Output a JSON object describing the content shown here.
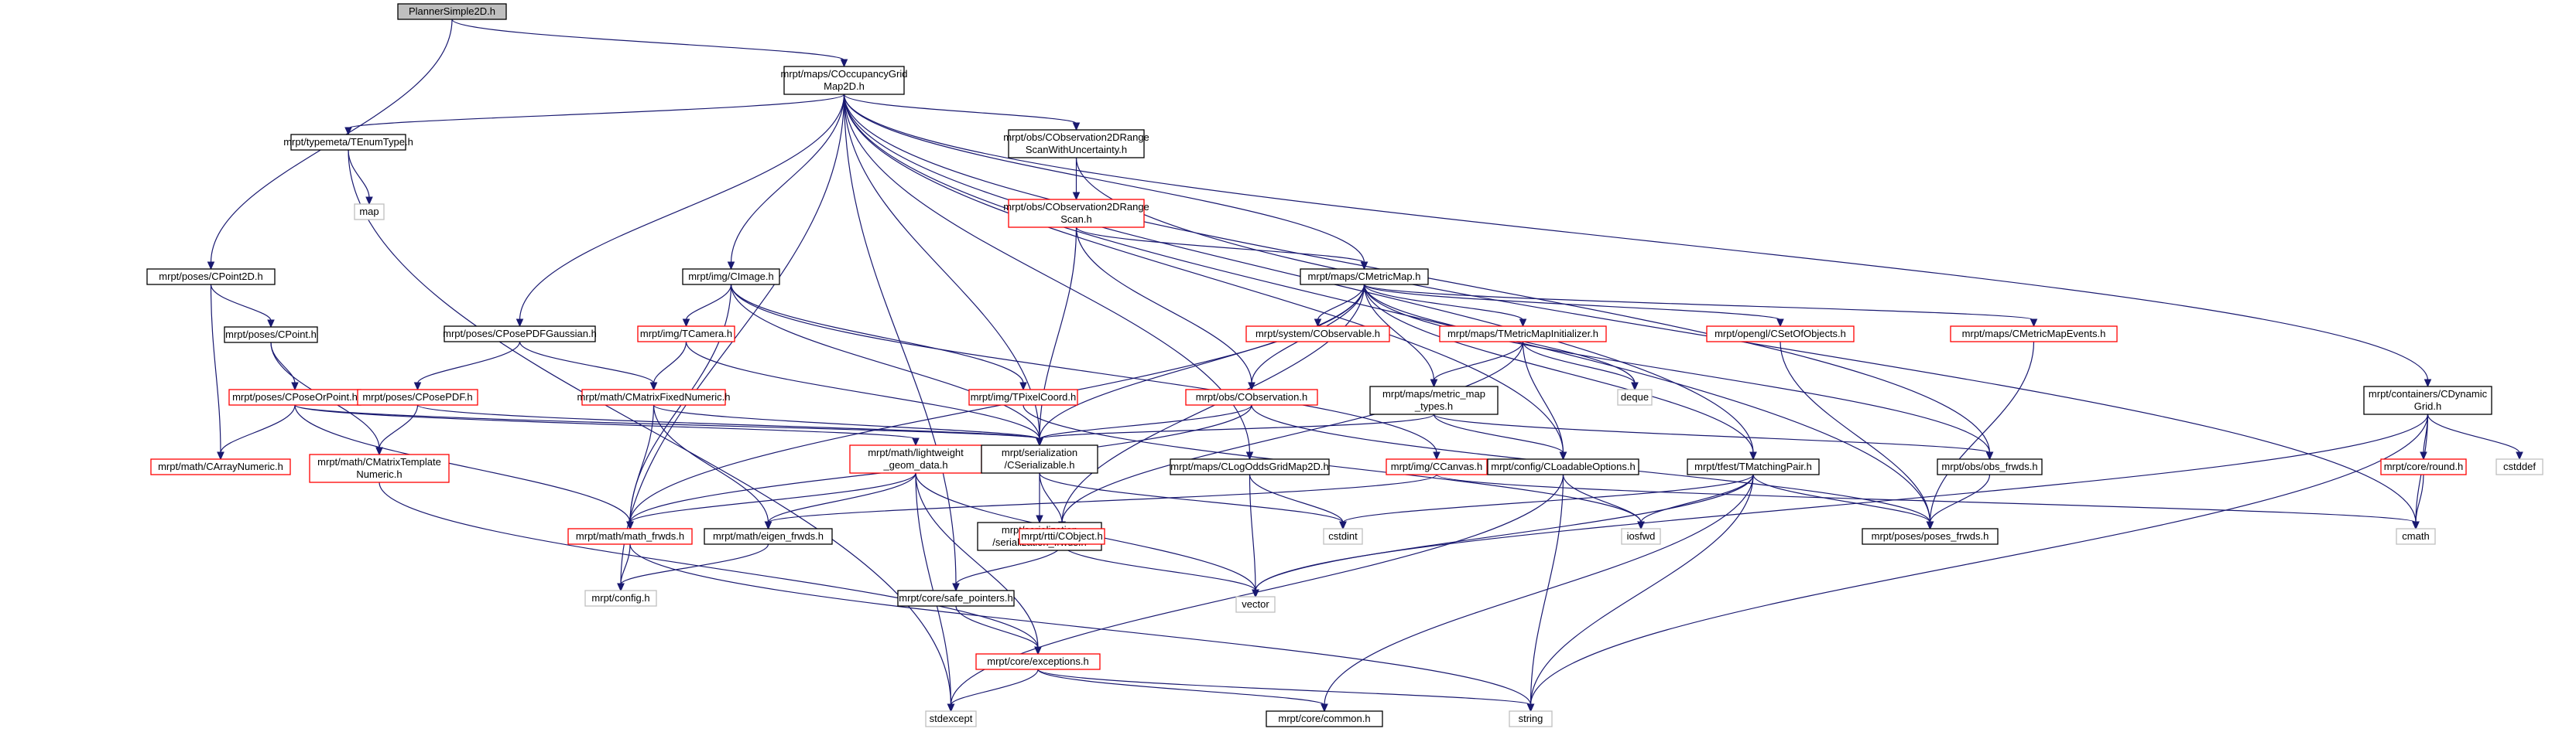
{
  "colors": {
    "edge": "#191970",
    "border_documented": "#000000",
    "border_undocumented": "#ff0000",
    "border_external": "#bfbfbf",
    "root_fill": "#bfbfbf",
    "fill": "#ffffff"
  },
  "nodes": [
    {
      "id": "root",
      "lines": [
        "PlannerSimple2D.h"
      ],
      "kind": "root"
    },
    {
      "id": "cog",
      "lines": [
        "mrpt/maps/COccupancyGrid",
        "Map2D.h"
      ],
      "kind": "doc"
    },
    {
      "id": "tenum",
      "lines": [
        "mrpt/typemeta/TEnumType.h"
      ],
      "kind": "doc"
    },
    {
      "id": "map",
      "lines": [
        "map"
      ],
      "kind": "ext"
    },
    {
      "id": "cobs2du",
      "lines": [
        "mrpt/obs/CObservation2DRange",
        "ScanWithUncertainty.h"
      ],
      "kind": "doc"
    },
    {
      "id": "cobs2d",
      "lines": [
        "mrpt/obs/CObservation2DRange",
        "Scan.h"
      ],
      "kind": "red"
    },
    {
      "id": "cpoint2d",
      "lines": [
        "mrpt/poses/CPoint2D.h"
      ],
      "kind": "doc"
    },
    {
      "id": "cpoint",
      "lines": [
        "mrpt/poses/CPoint.h"
      ],
      "kind": "doc"
    },
    {
      "id": "cposeorpoint",
      "lines": [
        "mrpt/poses/CPoseOrPoint.h"
      ],
      "kind": "red"
    },
    {
      "id": "cimage",
      "lines": [
        "mrpt/img/CImage.h"
      ],
      "kind": "doc"
    },
    {
      "id": "cposepdfg",
      "lines": [
        "mrpt/poses/CPosePDFGaussian.h"
      ],
      "kind": "doc"
    },
    {
      "id": "cposepdf",
      "lines": [
        "mrpt/poses/CPosePDF.h"
      ],
      "kind": "red"
    },
    {
      "id": "tcamera",
      "lines": [
        "mrpt/img/TCamera.h"
      ],
      "kind": "red"
    },
    {
      "id": "cmfn",
      "lines": [
        "mrpt/math/CMatrixFixedNumeric.h"
      ],
      "kind": "red"
    },
    {
      "id": "tpixel",
      "lines": [
        "mrpt/img/TPixelCoord.h"
      ],
      "kind": "red"
    },
    {
      "id": "cmetric",
      "lines": [
        "mrpt/maps/CMetricMap.h"
      ],
      "kind": "doc"
    },
    {
      "id": "cobservable",
      "lines": [
        "mrpt/system/CObservable.h"
      ],
      "kind": "red"
    },
    {
      "id": "tmetricinit",
      "lines": [
        "mrpt/maps/TMetricMapInitializer.h"
      ],
      "kind": "red"
    },
    {
      "id": "csetobj",
      "lines": [
        "mrpt/opengl/CSetOfObjects.h"
      ],
      "kind": "red"
    },
    {
      "id": "cmetricevents",
      "lines": [
        "mrpt/maps/CMetricMapEvents.h"
      ],
      "kind": "red"
    },
    {
      "id": "deque",
      "lines": [
        "deque"
      ],
      "kind": "ext"
    },
    {
      "id": "metrictypes",
      "lines": [
        "mrpt/maps/metric_map",
        "_types.h"
      ],
      "kind": "doc"
    },
    {
      "id": "cobservation",
      "lines": [
        "mrpt/obs/CObservation.h"
      ],
      "kind": "red"
    },
    {
      "id": "cdyngrid",
      "lines": [
        "mrpt/containers/CDynamic",
        "Grid.h"
      ],
      "kind": "doc"
    },
    {
      "id": "coreround",
      "lines": [
        "mrpt/core/round.h"
      ],
      "kind": "red"
    },
    {
      "id": "cstddef",
      "lines": [
        "cstddef"
      ],
      "kind": "ext"
    },
    {
      "id": "cmath",
      "lines": [
        "cmath"
      ],
      "kind": "ext"
    },
    {
      "id": "carraynum",
      "lines": [
        "mrpt/math/CArrayNumeric.h"
      ],
      "kind": "red"
    },
    {
      "id": "cmtn",
      "lines": [
        "mrpt/math/CMatrixTemplate",
        "Numeric.h"
      ],
      "kind": "red"
    },
    {
      "id": "lwgeom",
      "lines": [
        "mrpt/math/lightweight",
        "_geom_data.h"
      ],
      "kind": "red"
    },
    {
      "id": "cserial",
      "lines": [
        "mrpt/serialization",
        "/CSerializable.h"
      ],
      "kind": "doc"
    },
    {
      "id": "clogodds",
      "lines": [
        "mrpt/maps/CLogOddsGridMap2D.h"
      ],
      "kind": "doc"
    },
    {
      "id": "ccanvas",
      "lines": [
        "mrpt/img/CCanvas.h"
      ],
      "kind": "red"
    },
    {
      "id": "cloadable",
      "lines": [
        "mrpt/config/CLoadableOptions.h"
      ],
      "kind": "doc"
    },
    {
      "id": "tmatching",
      "lines": [
        "mrpt/tfest/TMatchingPair.h"
      ],
      "kind": "doc"
    },
    {
      "id": "obsfrwds",
      "lines": [
        "mrpt/obs/obs_frwds.h"
      ],
      "kind": "doc"
    },
    {
      "id": "mathfrwds",
      "lines": [
        "mrpt/math/math_frwds.h"
      ],
      "kind": "red"
    },
    {
      "id": "eigenfrwds",
      "lines": [
        "mrpt/math/eigen_frwds.h"
      ],
      "kind": "doc"
    },
    {
      "id": "serialfrwds",
      "lines": [
        "mrpt/serialization",
        "/serialization_frwds.h"
      ],
      "kind": "doc"
    },
    {
      "id": "cobject",
      "lines": [
        "mrpt/rtti/CObject.h"
      ],
      "kind": "red"
    },
    {
      "id": "cstdint",
      "lines": [
        "cstdint"
      ],
      "kind": "ext"
    },
    {
      "id": "iosfwd",
      "lines": [
        "iosfwd"
      ],
      "kind": "ext"
    },
    {
      "id": "posesfrwds",
      "lines": [
        "mrpt/poses/poses_frwds.h"
      ],
      "kind": "doc"
    },
    {
      "id": "config",
      "lines": [
        "mrpt/config.h"
      ],
      "kind": "ext"
    },
    {
      "id": "safeptr",
      "lines": [
        "mrpt/core/safe_pointers.h"
      ],
      "kind": "doc"
    },
    {
      "id": "vector",
      "lines": [
        "vector"
      ],
      "kind": "ext"
    },
    {
      "id": "exceptions",
      "lines": [
        "mrpt/core/exceptions.h"
      ],
      "kind": "red"
    },
    {
      "id": "stdexcept",
      "lines": [
        "stdexcept"
      ],
      "kind": "ext"
    },
    {
      "id": "common",
      "lines": [
        "mrpt/core/common.h"
      ],
      "kind": "doc"
    },
    {
      "id": "string",
      "lines": [
        "string"
      ],
      "kind": "ext"
    }
  ],
  "edges": [
    [
      "root",
      "cog"
    ],
    [
      "root",
      "cpoint2d"
    ],
    [
      "cog",
      "tenum"
    ],
    [
      "cog",
      "cobs2du"
    ],
    [
      "cog",
      "cmetric"
    ],
    [
      "cog",
      "cimage"
    ],
    [
      "cog",
      "cposepdfg"
    ],
    [
      "cog",
      "cserial"
    ],
    [
      "cog",
      "clogodds"
    ],
    [
      "cog",
      "cloadable"
    ],
    [
      "cog",
      "tmatching"
    ],
    [
      "cog",
      "obsfrwds"
    ],
    [
      "cog",
      "posesfrwds"
    ],
    [
      "cog",
      "cdyngrid"
    ],
    [
      "cog",
      "config"
    ],
    [
      "cog",
      "safeptr"
    ],
    [
      "tenum",
      "map"
    ],
    [
      "tenum",
      "stdexcept"
    ],
    [
      "cobs2du",
      "cobs2d"
    ],
    [
      "cobs2du",
      "cmath"
    ],
    [
      "cobs2d",
      "cmetric"
    ],
    [
      "cobs2d",
      "cobservation"
    ],
    [
      "cobs2d",
      "cserial"
    ],
    [
      "cpoint2d",
      "cpoint"
    ],
    [
      "cpoint2d",
      "carraynum"
    ],
    [
      "cpoint",
      "cposeorpoint"
    ],
    [
      "cpoint",
      "cmtn"
    ],
    [
      "cposeorpoint",
      "carraynum"
    ],
    [
      "cposeorpoint",
      "lwgeom"
    ],
    [
      "cposeorpoint",
      "mathfrwds"
    ],
    [
      "cposeorpoint",
      "cserial"
    ],
    [
      "cimage",
      "tcamera"
    ],
    [
      "cimage",
      "tpixel"
    ],
    [
      "cimage",
      "cserial"
    ],
    [
      "cimage",
      "ccanvas"
    ],
    [
      "cimage",
      "mathfrwds"
    ],
    [
      "cposepdfg",
      "cposepdf"
    ],
    [
      "cposepdfg",
      "cmfn"
    ],
    [
      "cposepdf",
      "cmtn"
    ],
    [
      "cposepdf",
      "cserial"
    ],
    [
      "tcamera",
      "cmfn"
    ],
    [
      "tcamera",
      "cserial"
    ],
    [
      "cmfn",
      "mathfrwds"
    ],
    [
      "cmfn",
      "eigenfrwds"
    ],
    [
      "cmfn",
      "cserial"
    ],
    [
      "tpixel",
      "iosfwd"
    ],
    [
      "cmetric",
      "cobservable"
    ],
    [
      "cmetric",
      "tmetricinit"
    ],
    [
      "cmetric",
      "csetobj"
    ],
    [
      "cmetric",
      "cmetricevents"
    ],
    [
      "cmetric",
      "deque"
    ],
    [
      "cmetric",
      "metrictypes"
    ],
    [
      "cmetric",
      "cobservation"
    ],
    [
      "cmetric",
      "tmatching"
    ],
    [
      "cmetric",
      "obsfrwds"
    ],
    [
      "cmetric",
      "cserial"
    ],
    [
      "cmetric",
      "mathfrwds"
    ],
    [
      "cmetric",
      "cobject"
    ],
    [
      "tmetricinit",
      "metrictypes"
    ],
    [
      "tmetricinit",
      "cloadable"
    ],
    [
      "tmetricinit",
      "deque"
    ],
    [
      "tmetricinit",
      "cobject"
    ],
    [
      "csetobj",
      "posesfrwds"
    ],
    [
      "cmetricevents",
      "posesfrwds"
    ],
    [
      "metrictypes",
      "cserial"
    ],
    [
      "metrictypes",
      "cloadable"
    ],
    [
      "metrictypes",
      "obsfrwds"
    ],
    [
      "cobservation",
      "cserial"
    ],
    [
      "cobservation",
      "mathfrwds"
    ],
    [
      "cobservation",
      "posesfrwds"
    ],
    [
      "cdyngrid",
      "coreround"
    ],
    [
      "cdyngrid",
      "cstddef"
    ],
    [
      "cdyngrid",
      "cmath"
    ],
    [
      "cdyngrid",
      "vector"
    ],
    [
      "cdyngrid",
      "string"
    ],
    [
      "coreround",
      "cmath"
    ],
    [
      "cmtn",
      "exceptions"
    ],
    [
      "lwgeom",
      "mathfrwds"
    ],
    [
      "lwgeom",
      "eigenfrwds"
    ],
    [
      "lwgeom",
      "exceptions"
    ],
    [
      "lwgeom",
      "stdexcept"
    ],
    [
      "lwgeom",
      "vector"
    ],
    [
      "cserial",
      "serialfrwds"
    ],
    [
      "cserial",
      "cobject"
    ],
    [
      "cserial",
      "cstdint"
    ],
    [
      "clogodds",
      "vector"
    ],
    [
      "clogodds",
      "cstdint"
    ],
    [
      "ccanvas",
      "eigenfrwds"
    ],
    [
      "ccanvas",
      "cmath"
    ],
    [
      "cloadable",
      "iosfwd"
    ],
    [
      "cloadable",
      "string"
    ],
    [
      "cloadable",
      "stdexcept"
    ],
    [
      "tmatching",
      "posesfrwds"
    ],
    [
      "tmatching",
      "cstdint"
    ],
    [
      "tmatching",
      "iosfwd"
    ],
    [
      "tmatching",
      "vector"
    ],
    [
      "tmatching",
      "string"
    ],
    [
      "tmatching",
      "common"
    ],
    [
      "obsfrwds",
      "posesfrwds"
    ],
    [
      "mathfrwds",
      "config"
    ],
    [
      "mathfrwds",
      "string"
    ],
    [
      "eigenfrwds",
      "config"
    ],
    [
      "cobject",
      "safeptr"
    ],
    [
      "cobject",
      "vector"
    ],
    [
      "safeptr",
      "exceptions"
    ],
    [
      "exceptions",
      "stdexcept"
    ],
    [
      "exceptions",
      "common"
    ],
    [
      "exceptions",
      "string"
    ]
  ]
}
